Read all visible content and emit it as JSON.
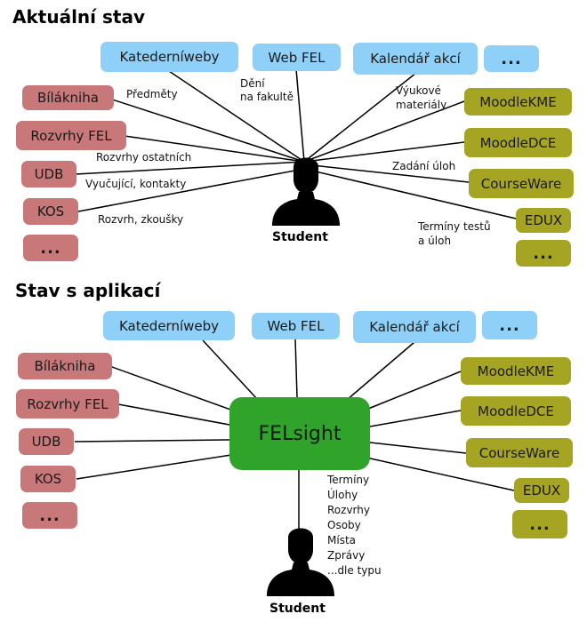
{
  "diagram1": {
    "heading": "Aktuální stav",
    "top_boxes": [
      "Katederníweby",
      "Web FEL",
      "Kalendář akcí",
      "..."
    ],
    "left_boxes": [
      "Bíláknіha",
      "Rozvrhy FEL",
      "UDB",
      "KOS",
      "..."
    ],
    "right_boxes": [
      "MoodleKME",
      "MoodleDCE",
      "CourseWare",
      "EDUX",
      "..."
    ],
    "labels": {
      "predmety": "Předměty",
      "deni1": "Dění",
      "deni2": "na fakultě",
      "vyukove1": "Výukové",
      "vyukove2": "materiály",
      "rozvrhy_ostatnich": "Rozvrhy ostatních",
      "vyucujici": "Vyučující, kontakty",
      "rozvrh_zkousky": "Rozvrh, zkoušky",
      "zadani": "Zadání úloh",
      "terminy1": "Termíny testů",
      "terminy2": "a úloh"
    },
    "student": "Student"
  },
  "diagram2": {
    "heading": "Stav s aplikací",
    "top_boxes": [
      "Katederníweby",
      "Web FEL",
      "Kalendář akcí",
      "..."
    ],
    "left_boxes": [
      "Bíláknіha",
      "Rozvrhy FEL",
      "UDB",
      "KOS",
      "..."
    ],
    "right_boxes": [
      "MoodleKME",
      "MoodleDCE",
      "CourseWare",
      "EDUX",
      "..."
    ],
    "hub": "FELsight",
    "features": [
      "Termíny",
      "Úlohy",
      "Rozvrhy",
      "Osoby",
      "Místa",
      "Zprávy",
      "...dle typu"
    ],
    "student": "Student"
  },
  "colors": {
    "blue": "#8fd0f8",
    "red": "#c9787a",
    "green": "#a6a523",
    "hub": "#2fa32a"
  }
}
